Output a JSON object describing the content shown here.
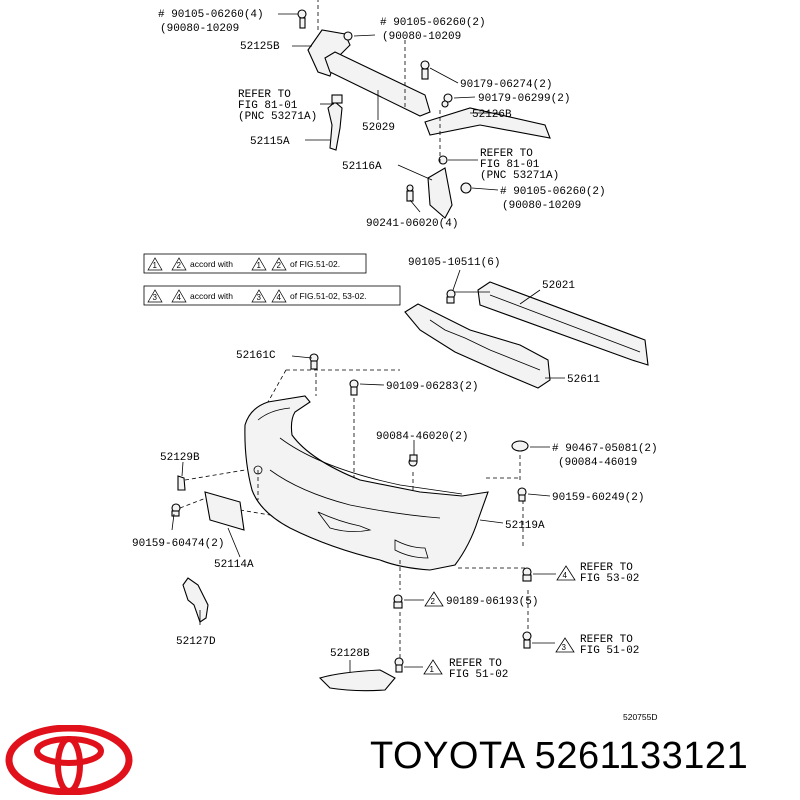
{
  "labels": {
    "l1a": "# 90105-06260(4)",
    "l1b": "(90080-10209",
    "l2": "52125B",
    "l3a": "# 90105-06260(2)",
    "l3b": "(90080-10209",
    "l4": "90179-06274(2)",
    "l5": "90179-06299(2)",
    "l6a": "REFER TO",
    "l6b": "FIG 81-01",
    "l6c": "(PNC 53271A)",
    "l7": "52029",
    "l8": "52126B",
    "l9": "52115A",
    "l10a": "REFER TO",
    "l10b": "FIG 81-01",
    "l10c": "(PNC 53271A)",
    "l11": "52116A",
    "l12a": "# 90105-06260(2)",
    "l12b": "(90080-10209",
    "l13": "90241-06020(4)",
    "l14": "90105-10511(6)",
    "l15": "52021",
    "l16": "52611",
    "l17": "52161C",
    "l18": "90109-06283(2)",
    "l19": "90084-46020(2)",
    "l20a": "# 90467-05081(2)",
    "l20b": "(90084-46019",
    "l21": "52129B",
    "l22": "90159-60249(2)",
    "l23": "90159-60474(2)",
    "l24": "52119A",
    "l25": "52114A",
    "l26a": "REFER TO",
    "l26b": "FIG 53-02",
    "l27": "90189-06193(5)",
    "l28": "52127D",
    "l29a": "REFER TO",
    "l29b": "FIG 51-02",
    "l30": "52128B",
    "l31a": "REFER TO",
    "l31b": "FIG 51-02",
    "code": "520755D"
  },
  "notes": {
    "n1_mid": "accord with",
    "n1_end": "of FIG.51-02.",
    "n2_mid": "accord with",
    "n2_end": "of FIG.51-02, 53-02."
  },
  "triangles": {
    "t1": "1",
    "t2": "2",
    "t3": "3",
    "t4": "4"
  },
  "footer": {
    "brand": "TOYOTA 5261133121"
  },
  "colors": {
    "logo": "#e0111b",
    "ink": "#000000"
  }
}
